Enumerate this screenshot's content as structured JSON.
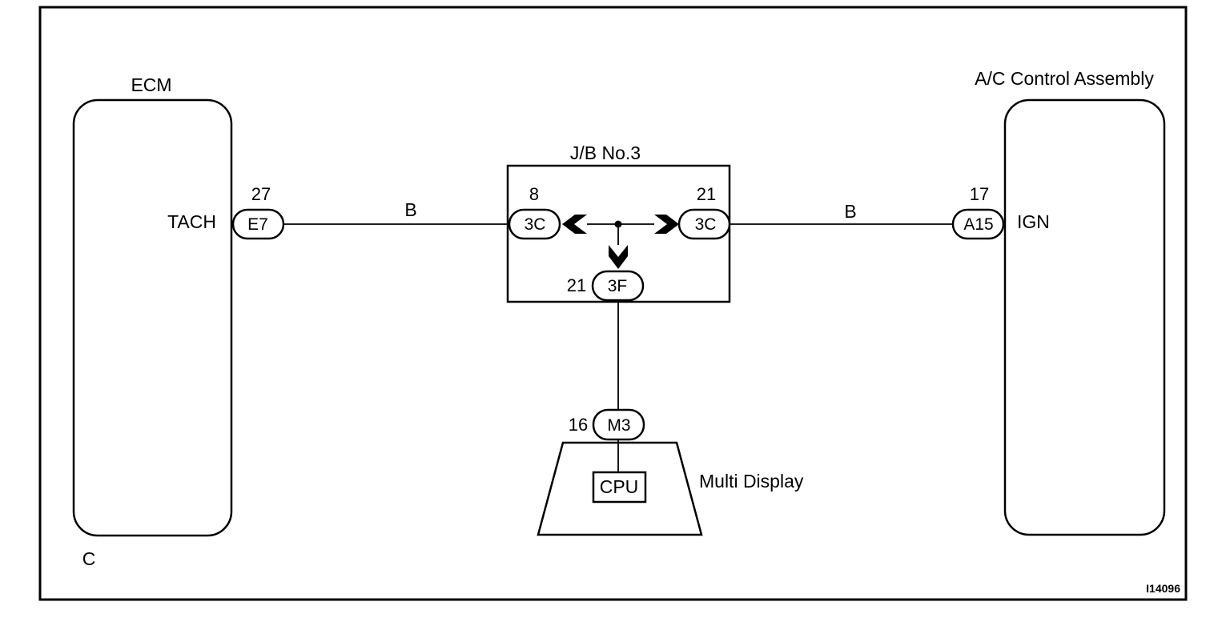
{
  "ecm": {
    "name": "ECM",
    "terminal": "TACH",
    "pin": "27",
    "connector": "E7"
  },
  "ac": {
    "name": "A/C Control Assembly",
    "terminal": "IGN",
    "pin": "17",
    "connector": "A15"
  },
  "junction": {
    "name": "J/B No.3",
    "left_pin": "8",
    "left_connector": "3C",
    "right_pin": "21",
    "right_connector": "3C",
    "bottom_pin": "21",
    "bottom_connector": "3F"
  },
  "wires": {
    "left_color": "B",
    "right_color": "B"
  },
  "display": {
    "name": "Multi Display",
    "pin": "16",
    "connector": "M3",
    "cpu": "CPU"
  },
  "corner_letter": "C",
  "figure_id": "I14096"
}
